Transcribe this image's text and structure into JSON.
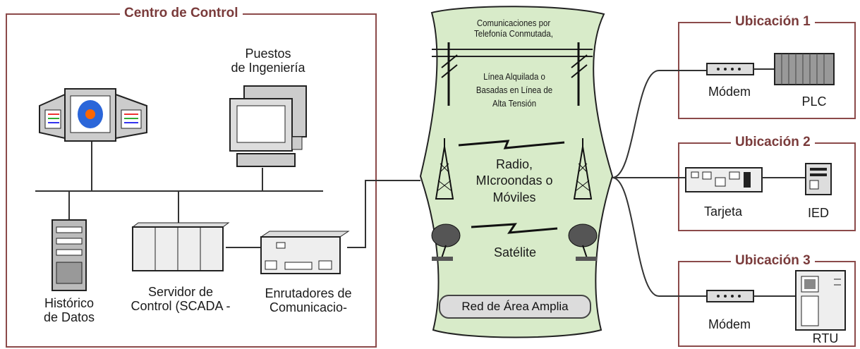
{
  "control_center": {
    "title": "Centro de Control",
    "engineering_label": [
      "Puestos",
      "de Ingeniería"
    ],
    "historian_label": [
      "Histórico",
      "de Datos"
    ],
    "server_label": [
      "Servidor de",
      "Control (SCADA -"
    ],
    "router_label": [
      "Enrutadores de",
      "Comunicacio-"
    ]
  },
  "network": {
    "phone_label": [
      "Comunicaciones por",
      "Telefonía Conmutada,"
    ],
    "leased_label": [
      "Línea Alquilada o",
      "Basadas en Línea de",
      "Alta Tensión"
    ],
    "radio_label": [
      "Radio,",
      "MIcroondas o",
      "Móviles"
    ],
    "satellite_label": "Satélite",
    "wan_label": "Red de Área Amplia"
  },
  "sites": [
    {
      "title": "Ubicación 1",
      "device_a": "Módem",
      "device_b": "PLC"
    },
    {
      "title": "Ubicación 2",
      "device_a": "Tarjeta",
      "device_b": "IED"
    },
    {
      "title": "Ubicación 3",
      "device_a": "Módem",
      "device_b": "RTU"
    }
  ],
  "colors": {
    "frame": "#8b4a4a",
    "cloud_fill": "#d8ebc9",
    "title_text": "#7a3b3b"
  }
}
